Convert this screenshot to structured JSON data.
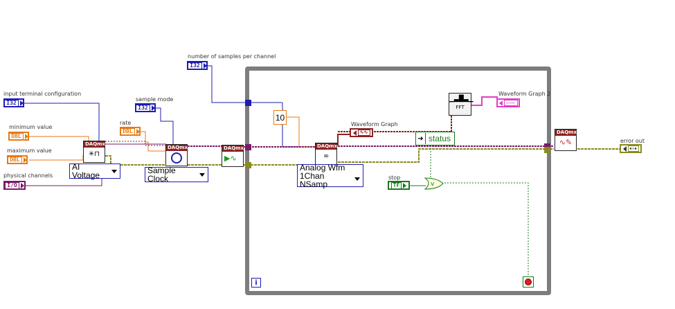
{
  "labels": {
    "samples_per_channel": "number of samples per channel",
    "input_terminal_configuration": "input terminal configuration",
    "minimum_value": "minimum value",
    "maximum_value": "maximum value",
    "physical_channels": "physical channels",
    "sample_mode": "sample mode",
    "rate": "rate",
    "waveform_graph": "Waveform Graph",
    "waveform_graph_2": "Waveform Graph 2",
    "stop": "stop",
    "error_out": "error out"
  },
  "terminals": {
    "i32": "I32",
    "dbl": "DBL",
    "io": "I/O",
    "tf": "TF"
  },
  "vi_header": "DAQmx",
  "rings": {
    "ai_voltage": "AI Voltage",
    "sample_clock": "Sample Clock",
    "analog_wfm_line1": "Analog Wfm",
    "analog_wfm_line2": "1Chan NSamp"
  },
  "constants": {
    "ten": "10",
    "status": "status"
  },
  "fft_label": "FFT",
  "loop_iteration": "i",
  "colors": {
    "i32_wire": "#1d1db5",
    "dbl_wire": "#e87a10",
    "task_wire": "#7a1a6a",
    "error_wire": "#8a8a20",
    "bool_wire": "#1a7a1a",
    "wfm_wire": "#8a2323",
    "loop_frame": "#7d7d7d",
    "vi_header": "#8a2323"
  }
}
